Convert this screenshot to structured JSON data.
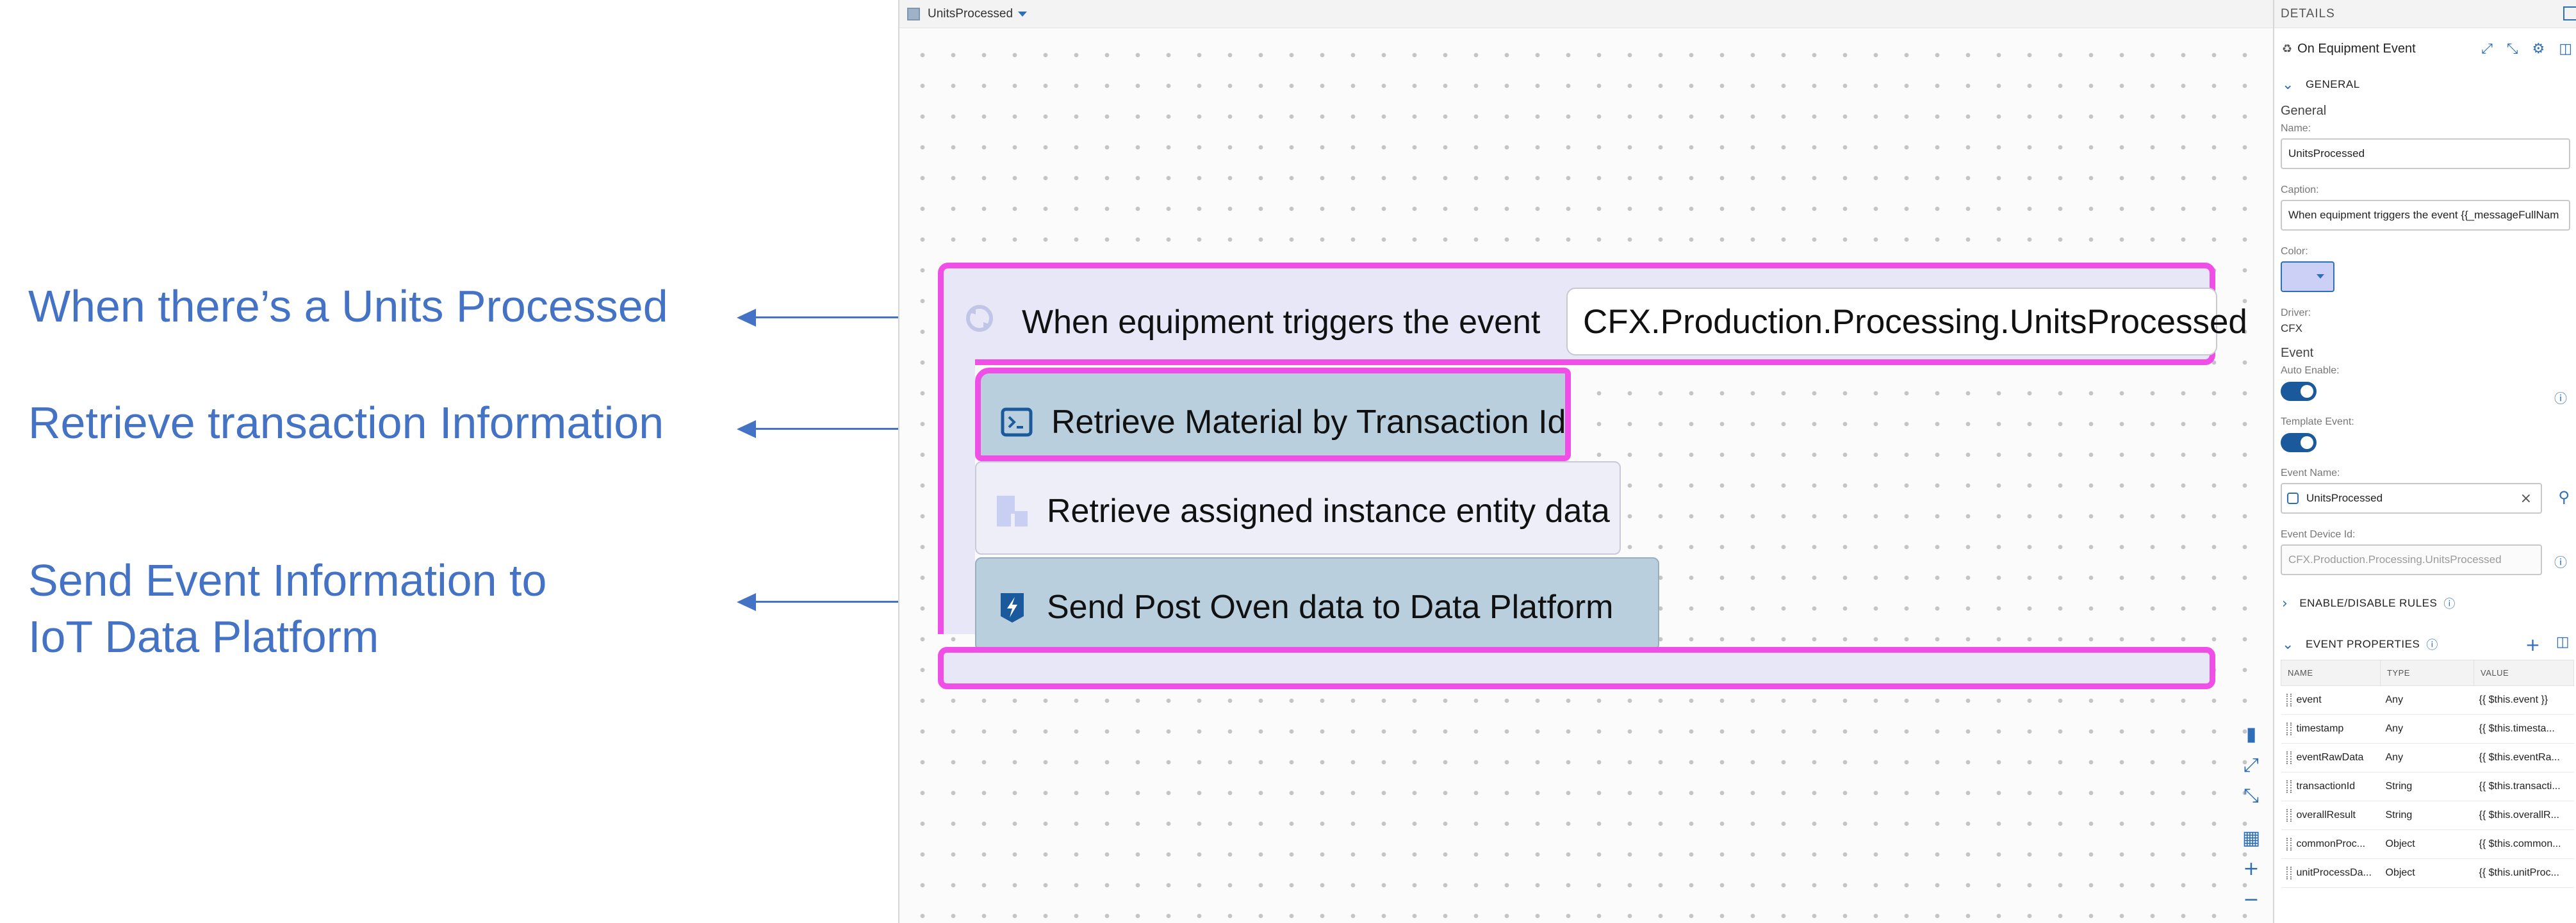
{
  "annotations": {
    "units_processed": "When there’s a Units Processed",
    "retrieve_info": "Retrieve transaction Information",
    "send_event_line1": "Send Event Information to",
    "send_event_line2": "IoT Data Platform"
  },
  "canvas": {
    "tab_label": "UnitsProcessed",
    "event": {
      "title": "When equipment triggers the event",
      "event_name": "CFX.Production.Processing.UnitsProcessed"
    },
    "actions": [
      {
        "label": "Retrieve Material by Transaction Id",
        "icon": "terminal-icon"
      },
      {
        "label": "Retrieve assigned instance entity data",
        "icon": "entity-icon"
      },
      {
        "label": "Send Post Oven data to Data Platform",
        "icon": "event-bolt-icon"
      }
    ],
    "tools": [
      "bookmark-icon",
      "fit-icon",
      "collapse-icon",
      "map-icon",
      "zoom-in-icon",
      "zoom-out-icon"
    ]
  },
  "details": {
    "header": "DETAILS",
    "entity_title": "On Equipment Event",
    "sections": {
      "general": "GENERAL",
      "rules": "ENABLE/DISABLE RULES",
      "event_properties": "EVENT PROPERTIES"
    },
    "general_group": "General",
    "name_label": "Name:",
    "name_value": "UnitsProcessed",
    "caption_label": "Caption:",
    "caption_value": "When equipment triggers the event {{_messageFullNam",
    "color_label": "Color:",
    "color_value": "#ccd0f6",
    "driver_label": "Driver:",
    "driver_value": "CFX",
    "event_group": "Event",
    "auto_enable_label": "Auto Enable:",
    "template_event_label": "Template Event:",
    "event_name_label": "Event Name:",
    "event_name_value": "UnitsProcessed",
    "event_device_id_label": "Event Device Id:",
    "event_device_id_placeholder": "CFX.Production.Processing.UnitsProcessed",
    "table_headers": [
      "NAME",
      "TYPE",
      "VALUE"
    ],
    "properties": [
      {
        "name": "event",
        "type": "Any",
        "value": "{{ $this.event }}"
      },
      {
        "name": "timestamp",
        "type": "Any",
        "value": "{{ $this.timesta..."
      },
      {
        "name": "eventRawData",
        "type": "Any",
        "value": "{{ $this.eventRa..."
      },
      {
        "name": "transactionId",
        "type": "String",
        "value": "{{ $this.transacti..."
      },
      {
        "name": "overallResult",
        "type": "String",
        "value": "{{ $this.overallR..."
      },
      {
        "name": "commonProc...",
        "type": "Object",
        "value": "{{ $this.common..."
      },
      {
        "name": "unitProcessDa...",
        "type": "Object",
        "value": "{{ $this.unitProc..."
      }
    ]
  }
}
